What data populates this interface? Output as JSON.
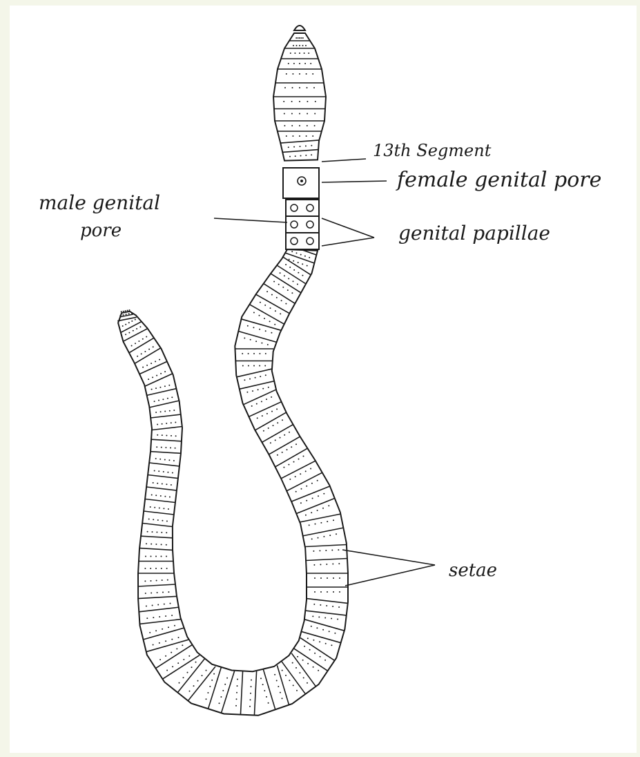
{
  "diagram": {
    "subject": "earthworm",
    "labels": {
      "segment_13": "13th Segment",
      "female_pore": "female genital pore",
      "male_pore_line1": "male genital",
      "male_pore_line2": "pore",
      "papillae": "genital papillae",
      "setae": "setae"
    }
  },
  "colors": {
    "ink": "#1a1a1a",
    "paper": "#ffffff",
    "frame": "#f4f6e9"
  }
}
